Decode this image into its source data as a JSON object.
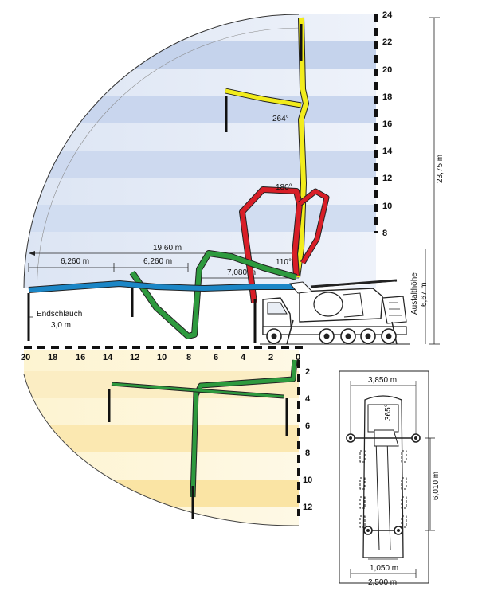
{
  "dimensions": {
    "span_19": "19,60 m",
    "seg_a": "6,260 m",
    "seg_b": "6,260 m",
    "seg_c": "7,080 m",
    "height_total": "23,75 m",
    "outrigger_height_label": "Ausfalthöhe",
    "outrigger_height_value": "6,67 m",
    "angle_264": "264°",
    "angle_180": "180°",
    "angle_110": "110°",
    "end_hose_label": "Endschlauch",
    "end_hose_value": "3,0 m",
    "rotation": "365°",
    "outrigger_front_width": "3,850 m",
    "outrigger_length": "6,010 m",
    "width_inner": "1,050 m",
    "width_outer": "2,500 m"
  },
  "vertical_scale_top": [
    "24",
    "22",
    "20",
    "18",
    "16",
    "14",
    "12",
    "10",
    "8"
  ],
  "vertical_scale_bottom": [
    "2",
    "4",
    "6",
    "8",
    "10",
    "12"
  ],
  "horizontal_scale": [
    "20",
    "18",
    "16",
    "14",
    "12",
    "10",
    "8",
    "6",
    "4",
    "2",
    "0"
  ],
  "colors": {
    "boom_yellow": "#f2ec1c",
    "boom_red": "#d81e27",
    "boom_green": "#2e9a3e",
    "boom_blue": "#1b86c6",
    "band_blue": "#c9d6ec",
    "band_yellow": "#f9ecb8",
    "truck_outline": "#222222"
  }
}
